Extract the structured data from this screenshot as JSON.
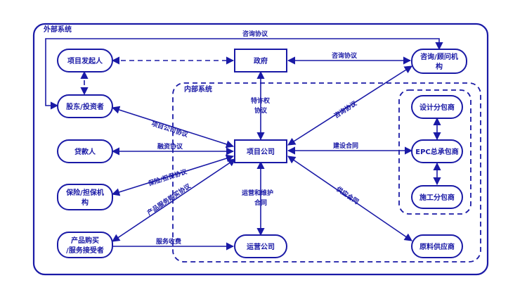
{
  "colors": {
    "primary": "#1a1aa6",
    "background": "#ffffff"
  },
  "groups": {
    "external": "外部系统",
    "internal": "内部系统"
  },
  "nodes": {
    "sponsor": "项目发起人",
    "government": "政府",
    "consultant_line1": "咨询/顾问机",
    "consultant_line2": "构",
    "shareholder": "股东/投资者",
    "lender": "贷款人",
    "insurer_line1": "保险/担保机",
    "insurer_line2": "构",
    "buyer_line1": "产品购买",
    "buyer_line2": "/服务接受者",
    "project_company": "项目公司",
    "operator": "运营公司",
    "designer": "设计分包商",
    "epc": "EPC总承包商",
    "construction_sub": "施工分包商",
    "supplier": "原料供应商"
  },
  "edges": {
    "consult_top": "咨询协议",
    "consult_gov": "咨询协议",
    "concession_line1": "特许权",
    "concession_line2": "协议",
    "consult_diag": "咨询协议",
    "project_company_agreement": "项目公司协议",
    "financing": "融资协议",
    "insurance": "保险/担保协议",
    "purchase": "产品服务购买协议",
    "construction": "建设合同",
    "supply": "供应合同",
    "om_line1": "运营和维护",
    "om_line2": "合同",
    "service_fee": "服务收费"
  }
}
